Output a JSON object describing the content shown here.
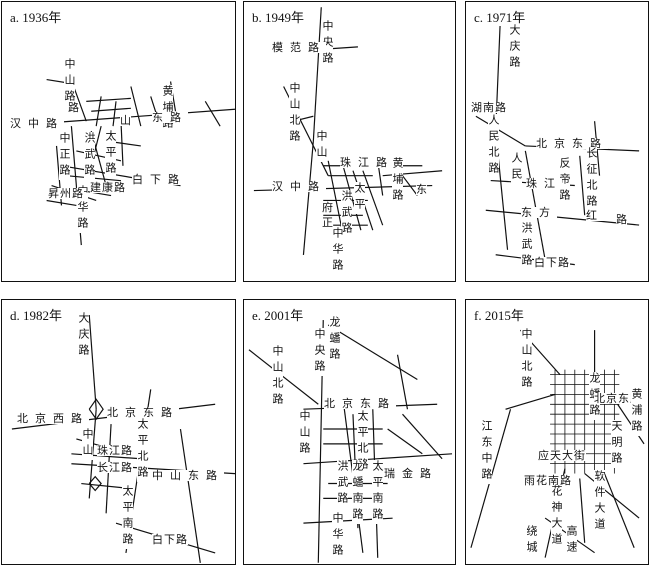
{
  "panels": [
    {
      "title": "a. 1936年",
      "roads": {
        "zhongshan": "中山路",
        "huangpu": "黄埔路",
        "dong": "东路",
        "hanzhong": "汉中路",
        "zhongzheng": "中正路",
        "hongwu": "洪武路",
        "taiping": "太平路",
        "baixia": "白下路",
        "hankou": "中华路",
        "jiankang": "建康路",
        "shengzhou": "昇州路",
        "shan": "山",
        "road": "路"
      }
    },
    {
      "title": "b. 1949年",
      "roads": {
        "zhongyang": "中央路",
        "mofan": "模范路",
        "zhongshanbei": "中山北路",
        "zhongshan": "中山",
        "zhujiang": "珠江路",
        "huangpu": "黄埔路",
        "dong": "东",
        "hanzhong": "汉中路",
        "hongwu": "洪武路",
        "taiping": "太平",
        "zhonghua": "中华路",
        "lu": "路",
        "fu": "府",
        "zheng": "正"
      }
    },
    {
      "title": "c. 1971年",
      "roads": {
        "daqing": "大庆路",
        "hunan": "湖南路",
        "renmin": "人民北路",
        "beijingdong": "北京东路",
        "fandi": "反帝路",
        "changzheng": "长征北路",
        "renmin2": "人民",
        "zhujiang": "珠江",
        "dongfang": "东方",
        "honghong": "红",
        "hongwu": "洪武路",
        "baixia": "白下路",
        "lu": "路"
      }
    },
    {
      "title": "d. 1982年",
      "roads": {
        "daqing": "大庆路",
        "beijingxi": "北京西路",
        "beijingdong": "北京东路",
        "zhongshan": "中山",
        "zhujiang": "珠江路",
        "changjiang": "长江路",
        "taipingbei": "太平北路",
        "zhongshandong": "中山东路",
        "taipingnan": "太平南路",
        "baixia": "白下路",
        "lu": "路"
      }
    },
    {
      "title": "e. 2001年",
      "roads": {
        "long": "龙蟠路",
        "zhongshanbei": "中山北路",
        "zhongyang": "中央路",
        "beijingdong": "北京东路",
        "zhongshan": "中山路",
        "taipingbei": "太平北路",
        "hongwu": "洪武路",
        "longpannan": "龙蟠南路",
        "ruijin": "瑞金路",
        "zhonghua": "中华路",
        "taipingnan": "太平南路",
        "zhong": "中",
        "lu": "路",
        "shan": "山"
      }
    },
    {
      "title": "f. 2015年",
      "roads": {
        "zhongshanbei": "中山北路",
        "jiangdong": "江东中路",
        "long": "龙蟠路",
        "beijingdong": "北京东路",
        "yingtian": "应天大街",
        "yuhua": "雨花南路",
        "huashen": "花神大道",
        "ruancheng": "绕城",
        "ruanjian": "软件大道",
        "gaosu": "高速",
        "huangpu": "黄浦路",
        "tianhe": "天明路",
        "dao": "道"
      }
    }
  ]
}
